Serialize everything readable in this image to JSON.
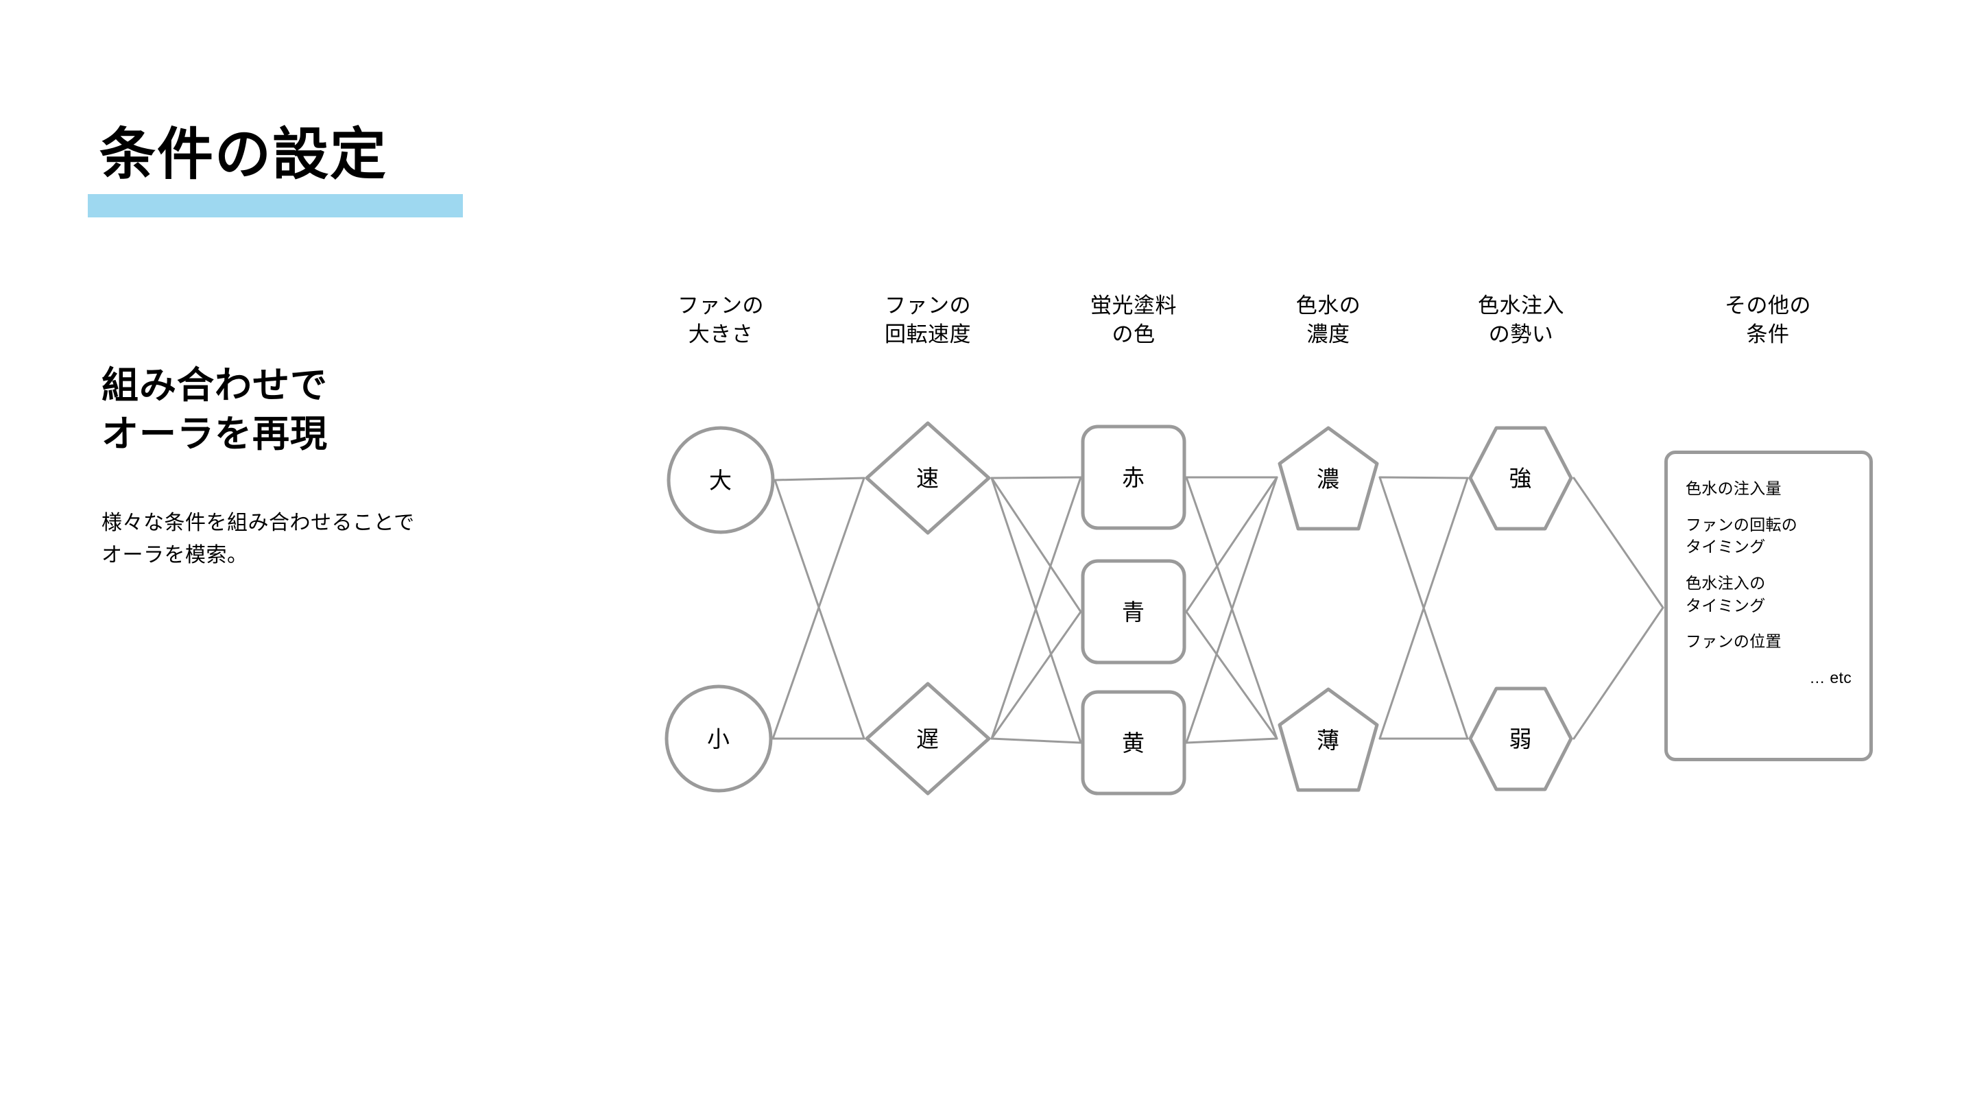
{
  "slide": {
    "title": "条件の設定",
    "highlight_color": "#9ed8f0",
    "lead_heading": "組み合わせで\nオーラを再現",
    "lead_body": "様々な条件を組み合わせることで\nオーラを模索。"
  },
  "diagram": {
    "stroke_color": "#9a9a9a",
    "edge_color": "#9a9a9a",
    "columns": [
      {
        "header": "ファンの\n大きさ",
        "shape": "circle",
        "nodes": [
          "大",
          "小"
        ]
      },
      {
        "header": "ファンの\n回転速度",
        "shape": "diamond",
        "nodes": [
          "速",
          "遅"
        ]
      },
      {
        "header": "蛍光塗料\nの色",
        "shape": "rounded-rect",
        "nodes": [
          "赤",
          "青",
          "黄"
        ]
      },
      {
        "header": "色水の\n濃度",
        "shape": "pentagon",
        "nodes": [
          "濃",
          "薄"
        ]
      },
      {
        "header": "色水注入\nの勢い",
        "shape": "hexagon",
        "nodes": [
          "強",
          "弱"
        ]
      },
      {
        "header": "その他の\n条件",
        "shape": "box-list",
        "nodes": []
      }
    ],
    "other_conditions": [
      "色水の注入量",
      "ファンの回転の\nタイミング",
      "色水注入の\nタイミング",
      "ファンの位置",
      "… etc"
    ]
  }
}
